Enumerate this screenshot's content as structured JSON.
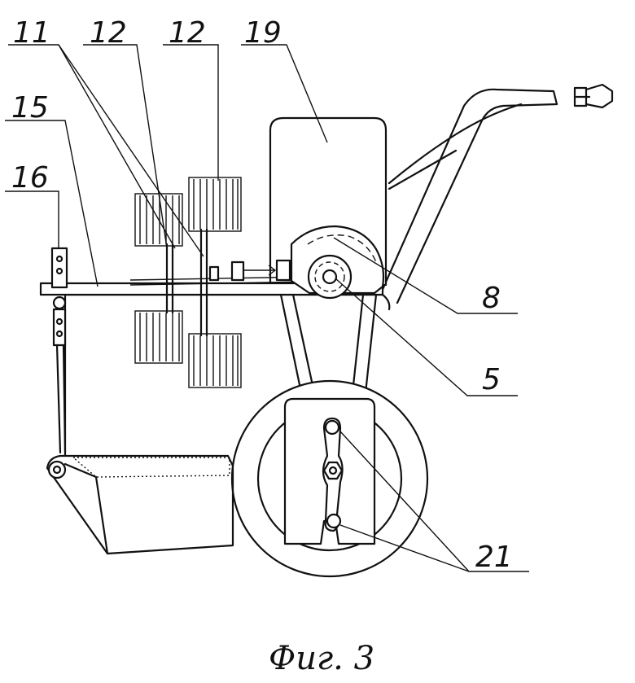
{
  "labels": {
    "l11": "11",
    "l12a": "12",
    "l12b": "12",
    "l19": "19",
    "l15": "15",
    "l16": "16",
    "l8": "8",
    "l5": "5",
    "l21": "21"
  },
  "caption": "Фиг. 3"
}
